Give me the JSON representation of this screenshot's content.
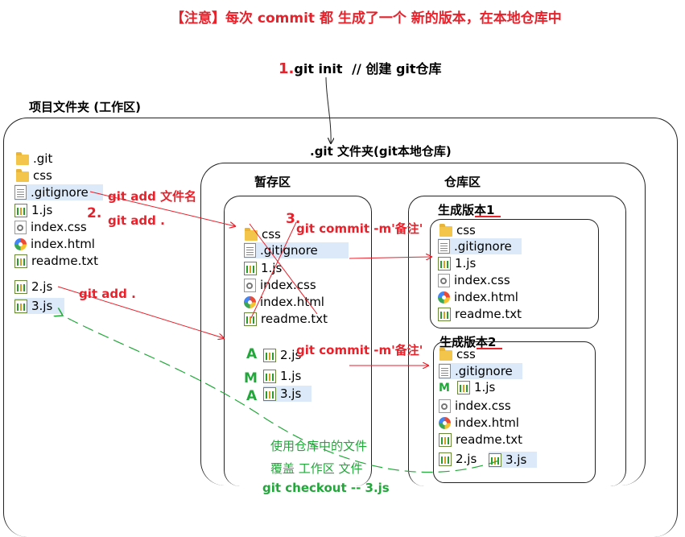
{
  "title": "【注意】每次 commit 都 生成了一个 新的版本，在本地仓库中",
  "git_init": {
    "step": "1.",
    "cmd": "git init",
    "comment": "// 创建 git仓库"
  },
  "workspace": {
    "label": "项目文件夹 (工作区)",
    "files": [
      {
        "name": ".git",
        "icon": "folder-icon"
      },
      {
        "name": "css",
        "icon": "folder-icon"
      },
      {
        "name": ".gitignore",
        "icon": "document-icon"
      },
      {
        "name": "1.js",
        "icon": "js-file-icon"
      },
      {
        "name": "index.css",
        "icon": "css-file-icon"
      },
      {
        "name": "index.html",
        "icon": "html-file-icon"
      },
      {
        "name": "readme.txt",
        "icon": "text-file-icon"
      },
      {
        "name": "2.js",
        "icon": "js-file-icon"
      },
      {
        "name": "3.js",
        "icon": "js-file-icon"
      }
    ]
  },
  "git_folder": {
    "label": ".git 文件夹(git本地仓库)"
  },
  "staging": {
    "label": "暂存区",
    "files": [
      {
        "name": "css",
        "icon": "folder-icon"
      },
      {
        "name": ".gitignore",
        "icon": "document-icon"
      },
      {
        "name": "1.js",
        "icon": "js-file-icon"
      },
      {
        "name": "index.css",
        "icon": "css-file-icon"
      },
      {
        "name": "index.html",
        "icon": "html-file-icon"
      },
      {
        "name": "readme.txt",
        "icon": "text-file-icon"
      }
    ],
    "changes": [
      {
        "status": "A",
        "name": "2.js"
      },
      {
        "status": "M",
        "name": "1.js"
      },
      {
        "status": "A",
        "name": "3.js"
      }
    ]
  },
  "repository": {
    "label": "仓库区",
    "version1": {
      "label": "生成版本1",
      "files": [
        {
          "name": "css",
          "icon": "folder-icon"
        },
        {
          "name": ".gitignore",
          "icon": "document-icon"
        },
        {
          "name": "1.js",
          "icon": "js-file-icon"
        },
        {
          "name": "index.css",
          "icon": "css-file-icon"
        },
        {
          "name": "index.html",
          "icon": "html-file-icon"
        },
        {
          "name": "readme.txt",
          "icon": "text-file-icon"
        }
      ]
    },
    "version2": {
      "label": "生成版本2",
      "files": [
        {
          "name": "css",
          "icon": "folder-icon"
        },
        {
          "name": ".gitignore",
          "icon": "document-icon"
        },
        {
          "name": "1.js",
          "icon": "js-file-icon",
          "mark": "M"
        },
        {
          "name": "index.css",
          "icon": "css-file-icon"
        },
        {
          "name": "index.html",
          "icon": "html-file-icon"
        },
        {
          "name": "readme.txt",
          "icon": "text-file-icon"
        },
        {
          "name": "2.js",
          "icon": "js-file-icon"
        },
        {
          "name": "3.js",
          "icon": "js-file-icon"
        }
      ]
    }
  },
  "annotations": {
    "add_filename": "git add 文件名",
    "step2": "2.",
    "add_dot_1": "git add .",
    "add_dot_2": "git add .",
    "step3": "3.",
    "commit_1": "git commit -m'备注'",
    "commit_2": "git commit -m'备注'",
    "checkout_line1": "使用仓库中的文件",
    "checkout_line2": "覆盖 工作区 文件",
    "checkout_cmd": "git checkout -- 3.js"
  },
  "colors": {
    "annotation_red": "#e8212b",
    "annotation_green": "#22a83a",
    "highlight": "#dbe9f8"
  }
}
